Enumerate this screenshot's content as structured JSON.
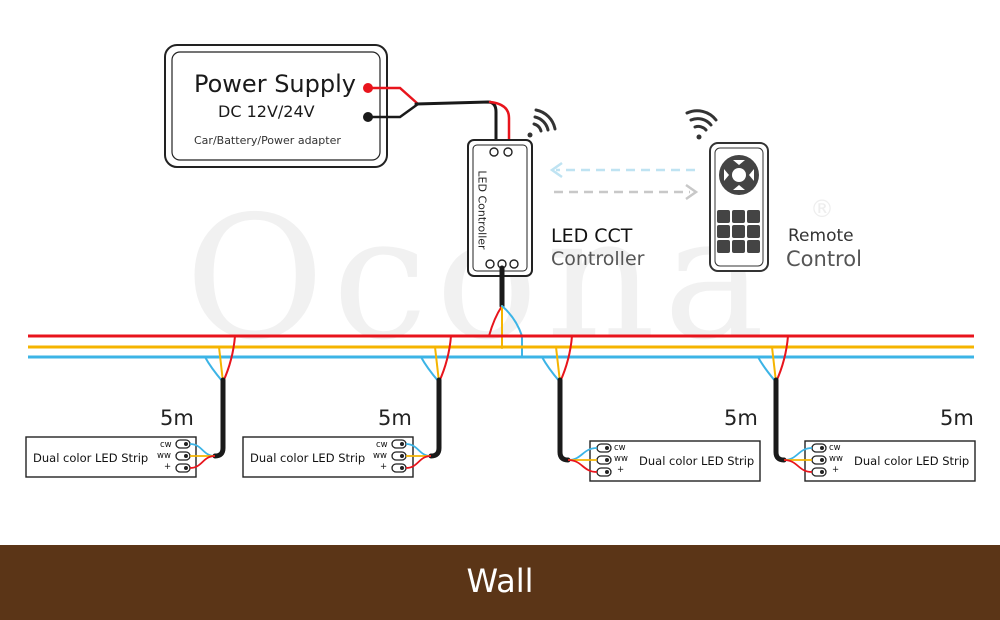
{
  "watermark": {
    "text": "Ocona",
    "registered": "®"
  },
  "power_supply": {
    "title": "Power Supply",
    "voltage": "DC 12V/24V",
    "subtitle": "Car/Battery/Power adapter"
  },
  "controller": {
    "body_label": "LED Controller",
    "caption_line1": "LED CCT",
    "caption_line2": "Controller"
  },
  "remote": {
    "caption_line1": "Remote",
    "caption_line2": "Control"
  },
  "strips": [
    {
      "length": "5m",
      "name": "Dual color LED Strip",
      "pins": [
        "cw",
        "ww",
        "+"
      ]
    },
    {
      "length": "5m",
      "name": "Dual color LED Strip",
      "pins": [
        "cw",
        "ww",
        "+"
      ]
    },
    {
      "length": "5m",
      "name": "Dual color LED Strip",
      "pins": [
        "cw",
        "ww",
        "+"
      ]
    },
    {
      "length": "5m",
      "name": "Dual color LED Strip",
      "pins": [
        "cw",
        "ww",
        "+"
      ]
    }
  ],
  "wall": {
    "label": "Wall"
  },
  "colors": {
    "positive_wire": "#e8141c",
    "warm_white_wire": "#f5b400",
    "cool_white_wire": "#3cb4e6",
    "signal_wire": "#1a1a1a",
    "wall": "#5b3517",
    "wireless_arrow_in": "#bfe3f2",
    "wireless_arrow_out": "#c8c8c8"
  }
}
